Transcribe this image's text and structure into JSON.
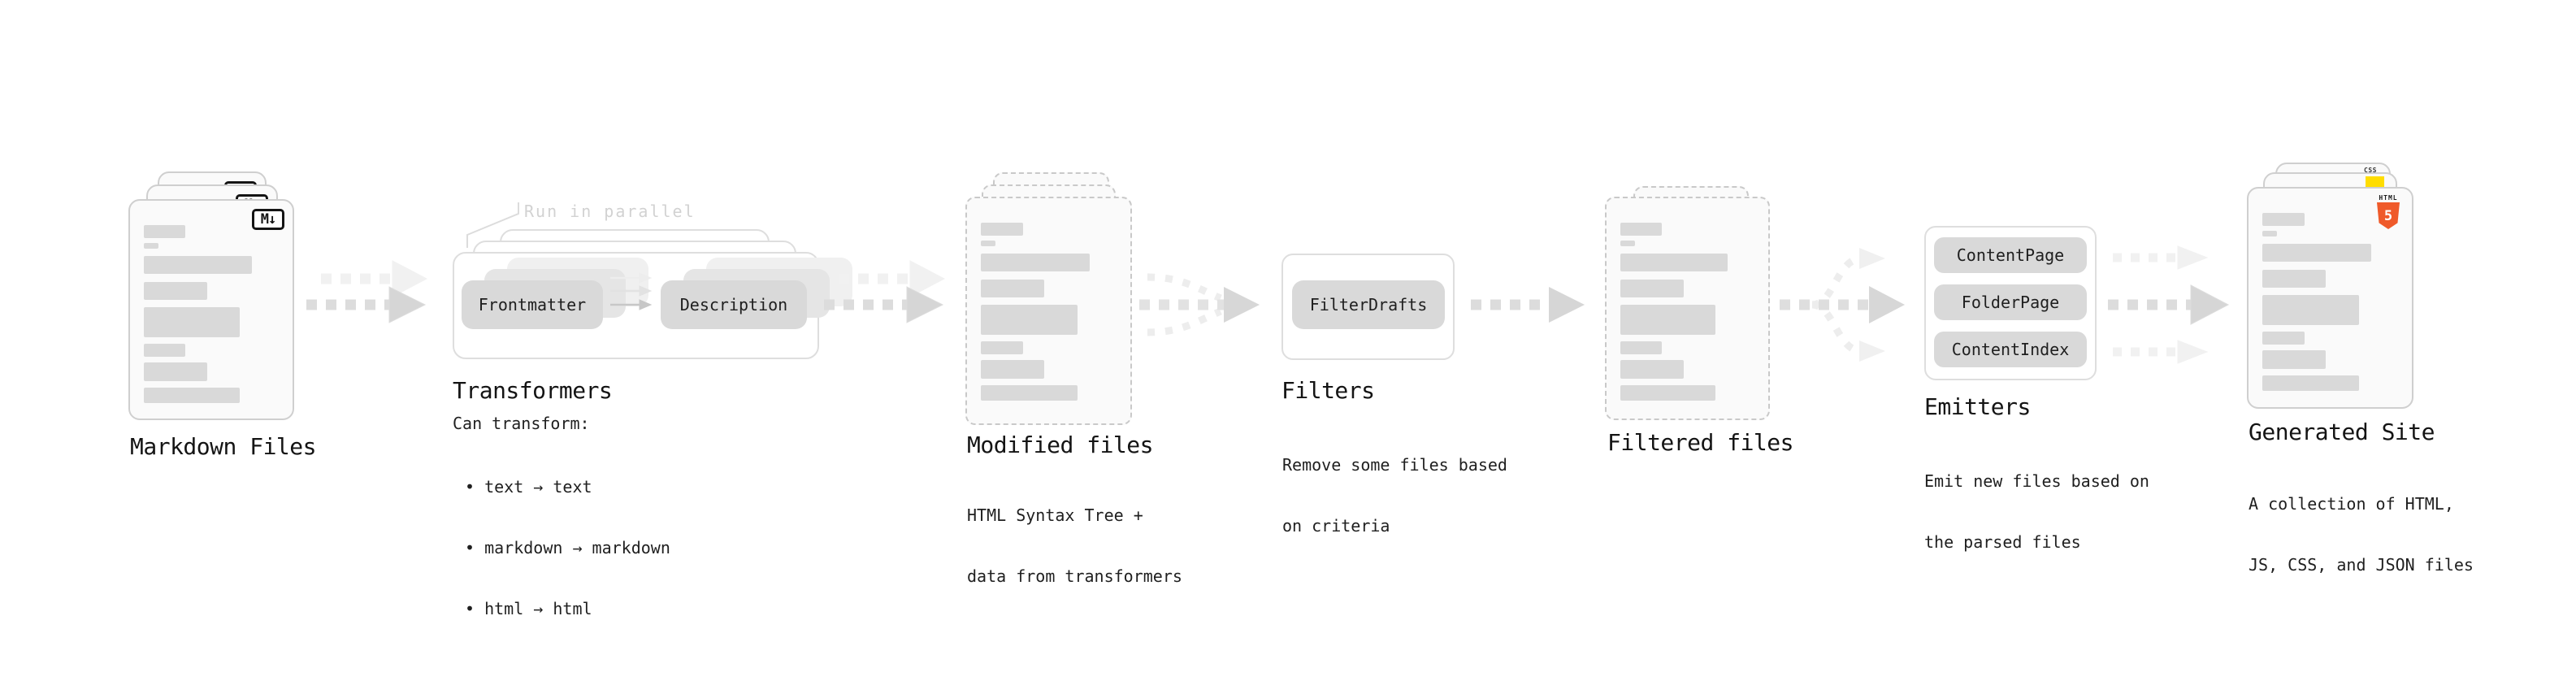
{
  "colors": {
    "background": "#ffffff",
    "card_fill": "#fafafa",
    "card_border": "#cfcfcf",
    "dashed_border": "#c9c9c9",
    "placeholder_bar": "#d9d9d9",
    "pill_fill": "#d9d9d9",
    "container_border": "#dedede",
    "arrow_main": "#dcdcdc",
    "arrow_faint": "#f1f1f1",
    "heading_text": "#141414",
    "body_text": "#1f1f1f",
    "faint_text": "#d2d2d2",
    "markdown_badge": "#141414",
    "html5_orange": "#ef5a2a",
    "js_yellow": "#ffdd00",
    "css_blue": "#2f6bff"
  },
  "sections": {
    "markdown_files": {
      "label": "Markdown Files",
      "badge": "M↓"
    },
    "transformers": {
      "heading": "Transformers",
      "callout": "Run in parallel",
      "pill_left": "Frontmatter",
      "pill_right": "Description",
      "sub_title": "Can transform:",
      "bullets": [
        "• text → text",
        "• markdown → markdown",
        "• html → html"
      ]
    },
    "modified_files": {
      "label": "Modified files",
      "sub_lines": [
        "HTML Syntax Tree +",
        "data from transformers"
      ]
    },
    "filters": {
      "heading": "Filters",
      "pill": "FilterDrafts",
      "sub_lines": [
        "Remove some files based",
        "on criteria"
      ]
    },
    "filtered_files": {
      "label": "Filtered files"
    },
    "emitters": {
      "heading": "Emitters",
      "pills": [
        "ContentPage",
        "FolderPage",
        "ContentIndex"
      ],
      "sub_lines": [
        "Emit new files based on",
        "the parsed files"
      ]
    },
    "generated_site": {
      "label": "Generated Site",
      "sub_lines": [
        "A collection of HTML,",
        "JS, CSS, and JSON files"
      ],
      "badges": {
        "css": "CSS",
        "html_word": "HTML",
        "html_number": "5"
      }
    }
  }
}
